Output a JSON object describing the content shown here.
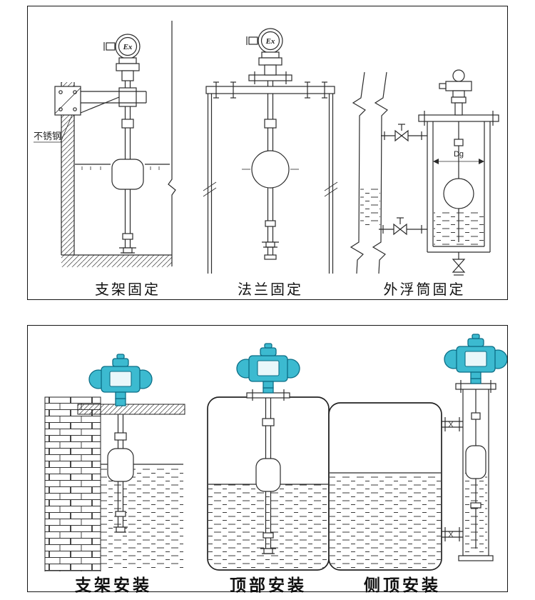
{
  "top_panel": {
    "captions": {
      "bracket": "支架固定",
      "flange": "法兰固定",
      "chamber": "外浮筒固定"
    },
    "labels": {
      "ex": "Ex",
      "material": "不锈钢",
      "dg": "Dg"
    }
  },
  "bottom_panel": {
    "captions": {
      "bracket": "支架安装",
      "top": "顶部安装",
      "side_top": "侧顶安装"
    }
  },
  "colors": {
    "line": "#2b2b2b",
    "panel_border": "#151515",
    "background": "#ffffff",
    "transmitter_fill": "#3cbad0",
    "transmitter_outline": "#0c6e86",
    "display_fill": "#e9f7fa"
  }
}
